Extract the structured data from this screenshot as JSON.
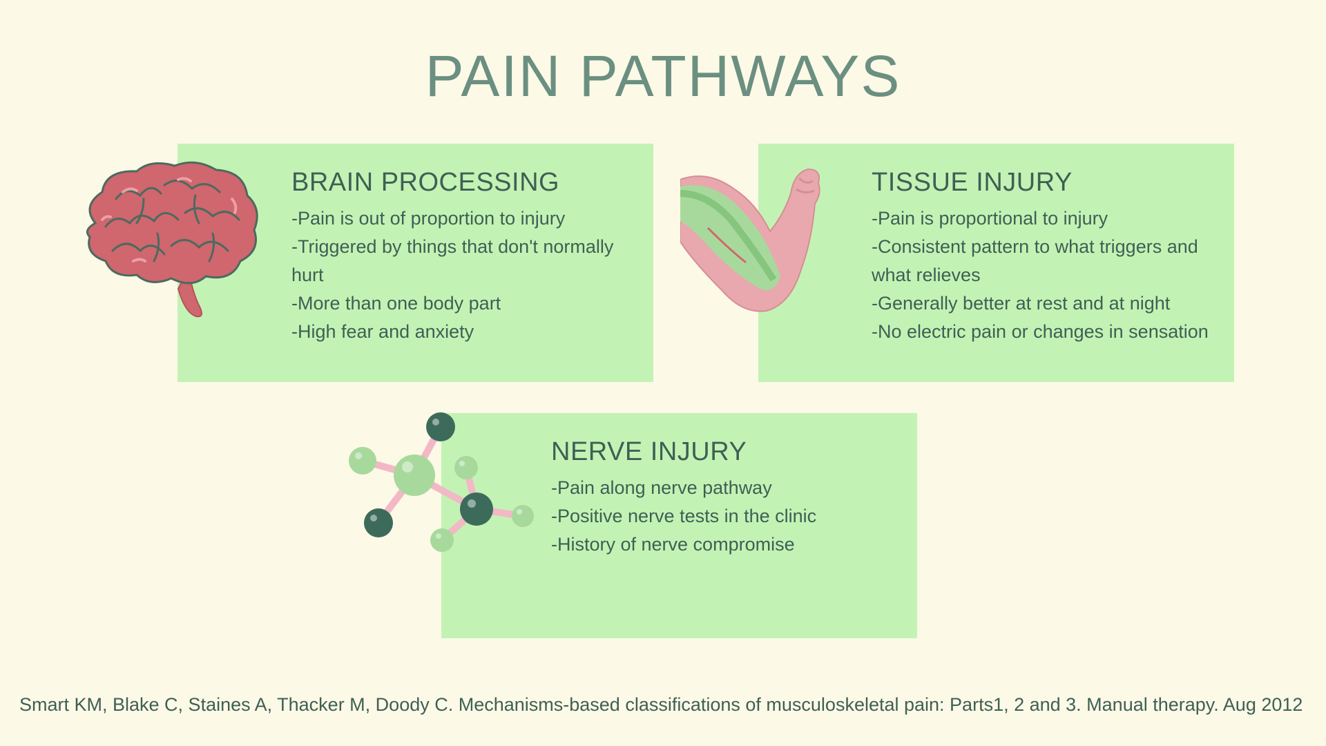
{
  "title": "PAIN PATHWAYS",
  "cards": [
    {
      "heading": "BRAIN PROCESSING",
      "icon": "brain-icon",
      "lines": [
        "-Pain is out of proportion to injury",
        "-Triggered by things that don't normally hurt",
        "-More than one body part",
        "-High fear and anxiety"
      ]
    },
    {
      "heading": "TISSUE INJURY",
      "icon": "flexed-arm-muscle-icon",
      "lines": [
        "-Pain is proportional to injury",
        "-Consistent pattern to what triggers and what relieves",
        "-Generally better at rest and at night",
        "-No electric pain or changes in sensation"
      ]
    },
    {
      "heading": "NERVE INJURY",
      "icon": "molecule-icon",
      "lines": [
        "-Pain along nerve pathway",
        "-Positive nerve tests in the clinic",
        "-History of nerve compromise"
      ]
    }
  ],
  "citation": "Smart KM, Blake C, Staines A, Thacker M, Doody C. Mechanisms-based classifications of musculoskeletal pain: Parts1, 2 and 3. Manual therapy. Aug 2012",
  "colors": {
    "background": "#FCF9E6",
    "card": "#C3F3B4",
    "title": "#6B8F80",
    "text": "#3F5F55",
    "brain": "#D0666E",
    "arm": "#E8A8AE",
    "molecule_dark": "#3D6B5B",
    "molecule_light": "#A8D99C",
    "molecule_link": "#F2B8C6"
  }
}
